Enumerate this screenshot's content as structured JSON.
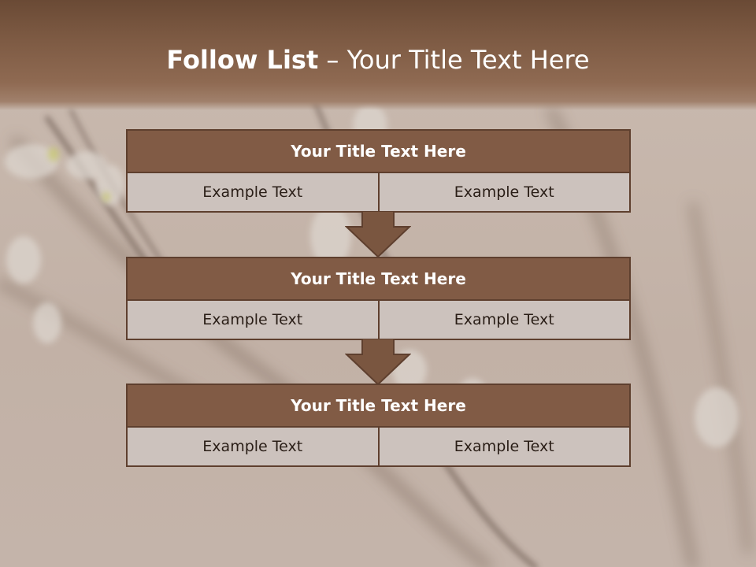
{
  "slide": {
    "title_bold": "Follow List",
    "title_rest": " – Your Title Text Here"
  },
  "blocks": [
    {
      "title": "Your Title Text Here",
      "cells": [
        "Example Text",
        "Example Text"
      ]
    },
    {
      "title": "Your Title Text Here",
      "cells": [
        "Example Text",
        "Example Text"
      ]
    },
    {
      "title": "Your Title Text Here",
      "cells": [
        "Example Text",
        "Example Text"
      ]
    }
  ],
  "colors": {
    "header_brown": "#7d5a43",
    "block_title_fill": "#815b45",
    "block_border": "#5e3f2e",
    "cell_fill": "#ccc2bd",
    "arrow_fill": "#7a5640"
  }
}
